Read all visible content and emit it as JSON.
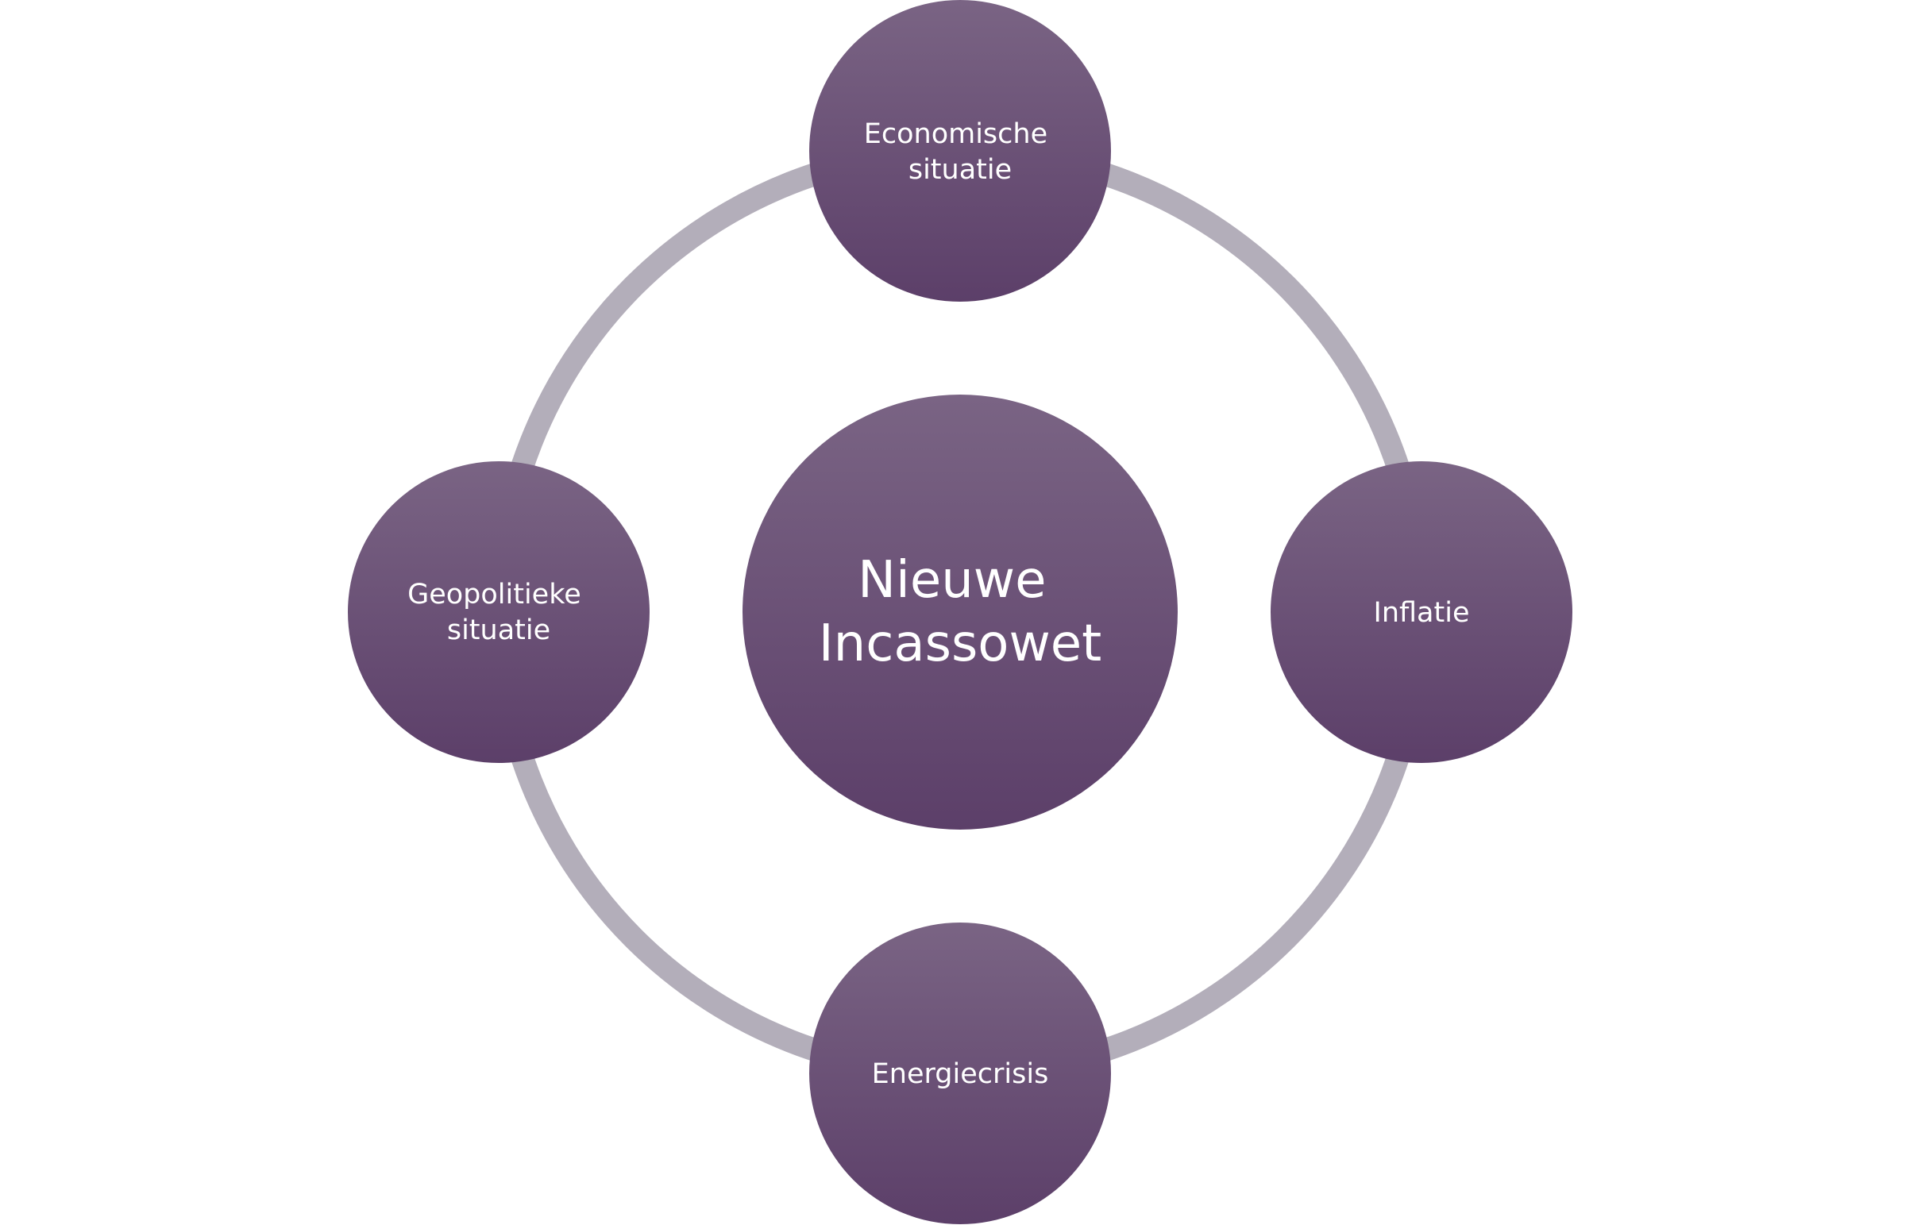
{
  "diagram": {
    "center": {
      "lines": [
        "Nieuwe",
        "Incassowet"
      ]
    },
    "nodes": [
      {
        "id": "economische-situatie",
        "lines": [
          "Economische",
          "situatie"
        ]
      },
      {
        "id": "inflatie",
        "lines": [
          "Inflatie"
        ]
      },
      {
        "id": "energiecrisis",
        "lines": [
          "Energiecrisis"
        ]
      },
      {
        "id": "geopolitieke-situatie",
        "lines": [
          "Geopolitieke",
          "situatie"
        ]
      }
    ]
  },
  "colors": {
    "ring": "#b3aeba",
    "node_top": "#7a6484",
    "node_bottom": "#5c3f69",
    "text": "#ffffff"
  }
}
